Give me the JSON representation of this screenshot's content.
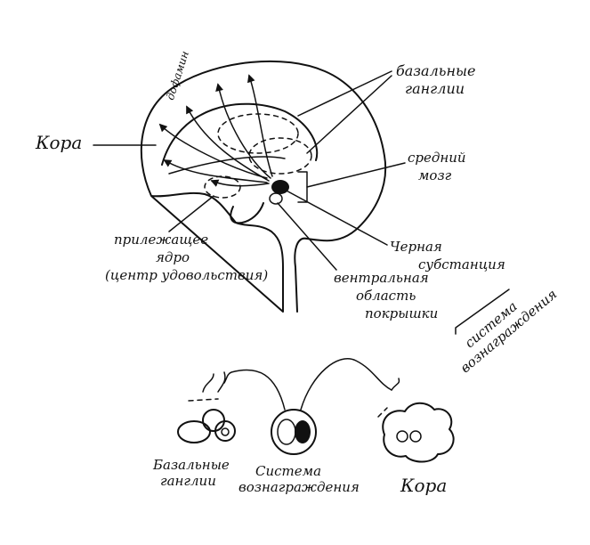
{
  "top_labels": {
    "cortex": "Кора",
    "dopamine": "дофамин",
    "basal_ganglia_1": "базальные",
    "basal_ganglia_2": "ганглии",
    "midbrain_1": "средний",
    "midbrain_2": "мозг",
    "nucleus_accumbens_1": "прилежащее",
    "nucleus_accumbens_2": "ядро",
    "nucleus_accumbens_3": "(центр удовольствия)",
    "substantia_nigra_1": "Черная",
    "substantia_nigra_2": "субстанция",
    "vta_1": "вентральная",
    "vta_2": "область",
    "vta_3": "покрышки",
    "reward_system_1": "система",
    "reward_system_2": "вознаграждения"
  },
  "bottom_labels": {
    "basal_ganglia_1": "Базальные",
    "basal_ganglia_2": "ганглии",
    "reward_system_1": "Система",
    "reward_system_2": "вознаграждения",
    "cortex": "Кора"
  },
  "colors": {
    "ink": "#111111",
    "background": "#ffffff"
  }
}
